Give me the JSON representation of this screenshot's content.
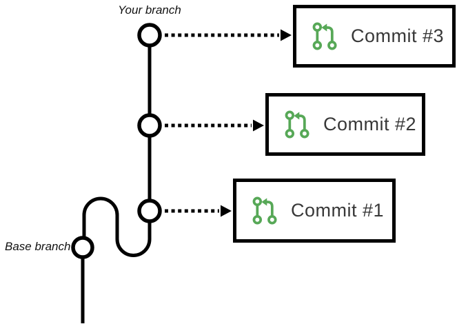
{
  "diagram": {
    "branch_labels": {
      "your_branch": "Your branch",
      "base_branch": "Base branch"
    },
    "commits": [
      {
        "label": "Commit #3"
      },
      {
        "label": "Commit #2"
      },
      {
        "label": "Commit #1"
      }
    ],
    "icon_name": "git-pull-request-icon",
    "colors": {
      "icon_green": "#57a857",
      "line": "#000000",
      "box_border": "#000000",
      "commit_text": "#383838",
      "label_text": "#111111",
      "background": "#ffffff"
    }
  }
}
